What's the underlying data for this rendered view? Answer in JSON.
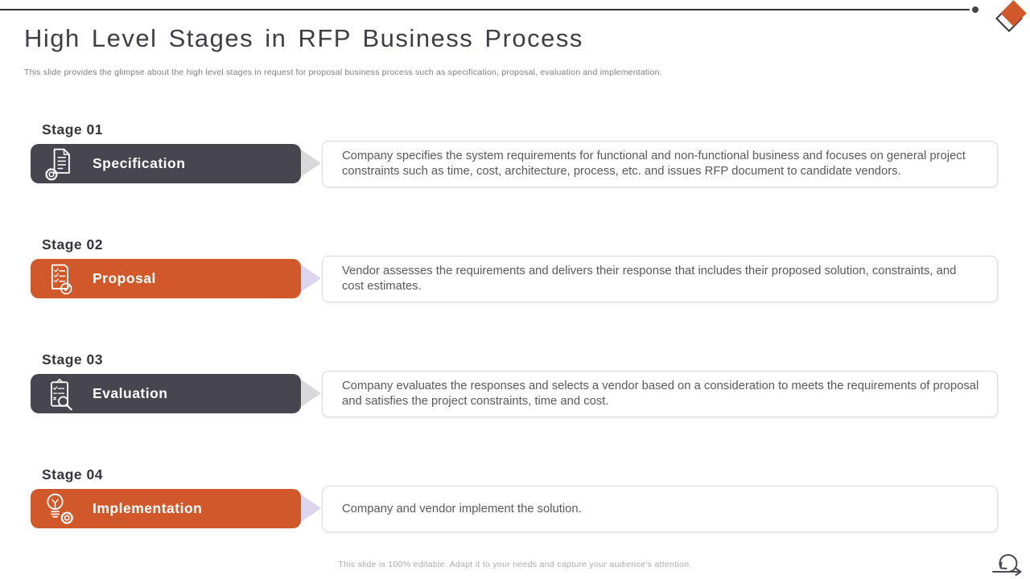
{
  "slide": {
    "title": "High Level Stages in RFP  Business Process",
    "subtitle": "This slide provides the glimpse about the high level stages in request for proposal business process such as specification, proposal, evaluation and implementation.",
    "footer": "This slide is 100% editable.  Adapt it to your needs and capture your audience's attention."
  },
  "colors": {
    "orange": "#d0582a",
    "dark": "#47464f",
    "arrow_gray": "#d9d9d9",
    "arrow_lavender": "#dcd5ec",
    "border": "#d9d9d9"
  },
  "stages": [
    {
      "label": "Stage 01",
      "name": "Specification",
      "icon": "document-gear-icon",
      "description": "Company specifies the system requirements for functional and non-functional business and focuses on general project constraints such as time, cost, architecture, process, etc. and issues RFP document to candidate vendors."
    },
    {
      "label": "Stage 02",
      "name": "Proposal",
      "icon": "checklist-document-icon",
      "description": "Vendor assesses the requirements and delivers their response that includes their proposed solution, constraints, and cost estimates."
    },
    {
      "label": "Stage 03",
      "name": "Evaluation",
      "icon": "clipboard-magnifier-icon",
      "description": "Company evaluates the responses and selects a vendor based on a consideration to meets the requirements of proposal and satisfies the project constraints, time and cost."
    },
    {
      "label": "Stage 04",
      "name": "Implementation",
      "icon": "bulb-gear-icon",
      "description": "Company and vendor implement the solution."
    }
  ]
}
